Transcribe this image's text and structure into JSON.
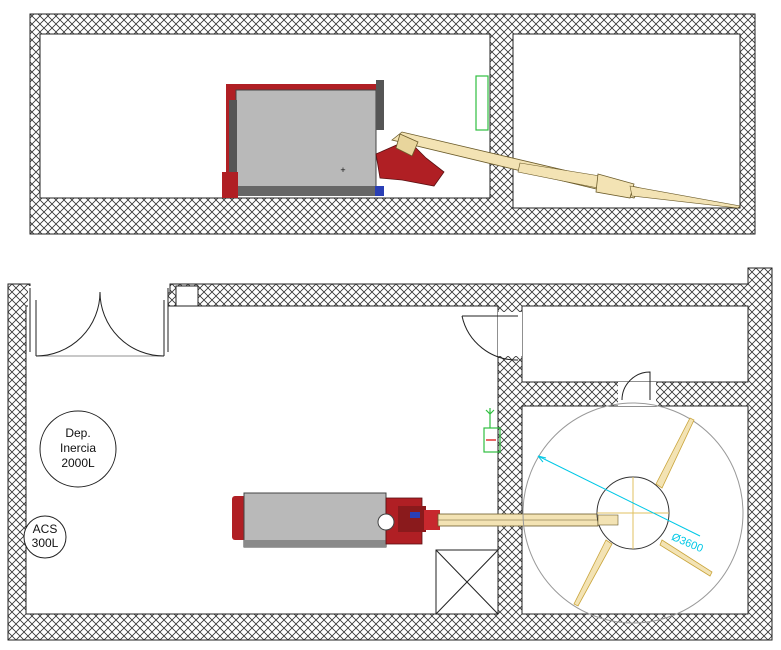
{
  "labels": {
    "tank_line1": "Dep.",
    "tank_line2": "Inercia",
    "tank_line3": "2000L",
    "acs_line1": "ACS",
    "acs_line2": "300L",
    "silo_diameter": "Ø3600"
  },
  "colors": {
    "wall_outline": "#222222",
    "hatch": "#333333",
    "boiler_body": "#b9b9b9",
    "boiler_red": "#b01f24",
    "boiler_dark": "#555555",
    "auger": "#f3e3b4",
    "auger_outline": "#6b5b2a",
    "dimension": "#00c8e6",
    "extractor_arm": "#c9a43a",
    "green_symbol": "#2fbf3f",
    "motor_blue": "#2a3fb5"
  }
}
